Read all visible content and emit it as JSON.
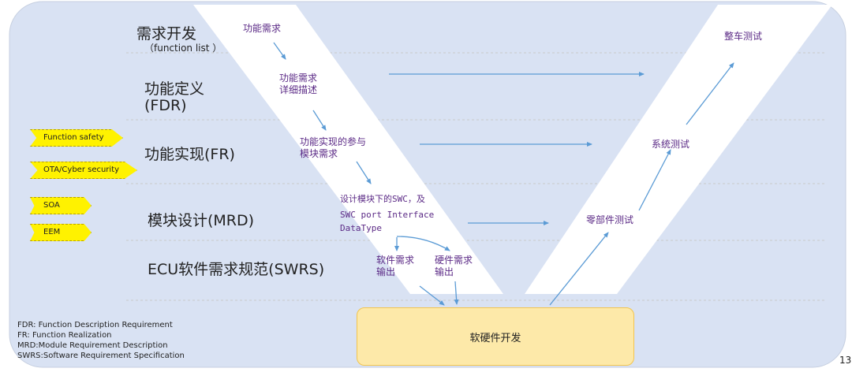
{
  "phases": [
    {
      "label": "需求开发",
      "sub": "（function  list ）"
    },
    {
      "label": "功能定义",
      "label2": "(FDR)"
    },
    {
      "label": "功能实现(FR)"
    },
    {
      "label": "模块设计(MRD)"
    },
    {
      "label": "ECU软件需求规范(SWRS)"
    }
  ],
  "left_v": {
    "step1": "功能需求",
    "step2a": "功能需求",
    "step2b": "详细描述",
    "step3a": "功能实现的参与",
    "step3b": "模块需求",
    "step4a": "设计模块下的SWC，及",
    "step4b": "SWC port Interface",
    "step4c": "DataType",
    "sw_a": "软件需求",
    "sw_b": "输出",
    "hw_a": "硬件需求",
    "hw_b": "输出"
  },
  "right_v": {
    "vehicle_test": "整车测试",
    "system_test": "系统测试",
    "part_test": "零部件测试"
  },
  "bottom_box": "软硬件开发",
  "tags": [
    "Function safety",
    "OTA/Cyber security",
    "SOA",
    "EEM"
  ],
  "legend": [
    "FDR:   Function Description Requirement",
    "FR:     Function Realization",
    "MRD:Module Requirement  Description",
    "SWRS:Software Requirement Specification"
  ],
  "page_number": "13",
  "colors": {
    "background_panel": "#d9e2f3",
    "v_band": "#ffffff",
    "arrow": "#5b9bd5",
    "tag_fill": "#fff200",
    "box_fill": "#fde9a9",
    "box_border": "#f3c54d"
  }
}
